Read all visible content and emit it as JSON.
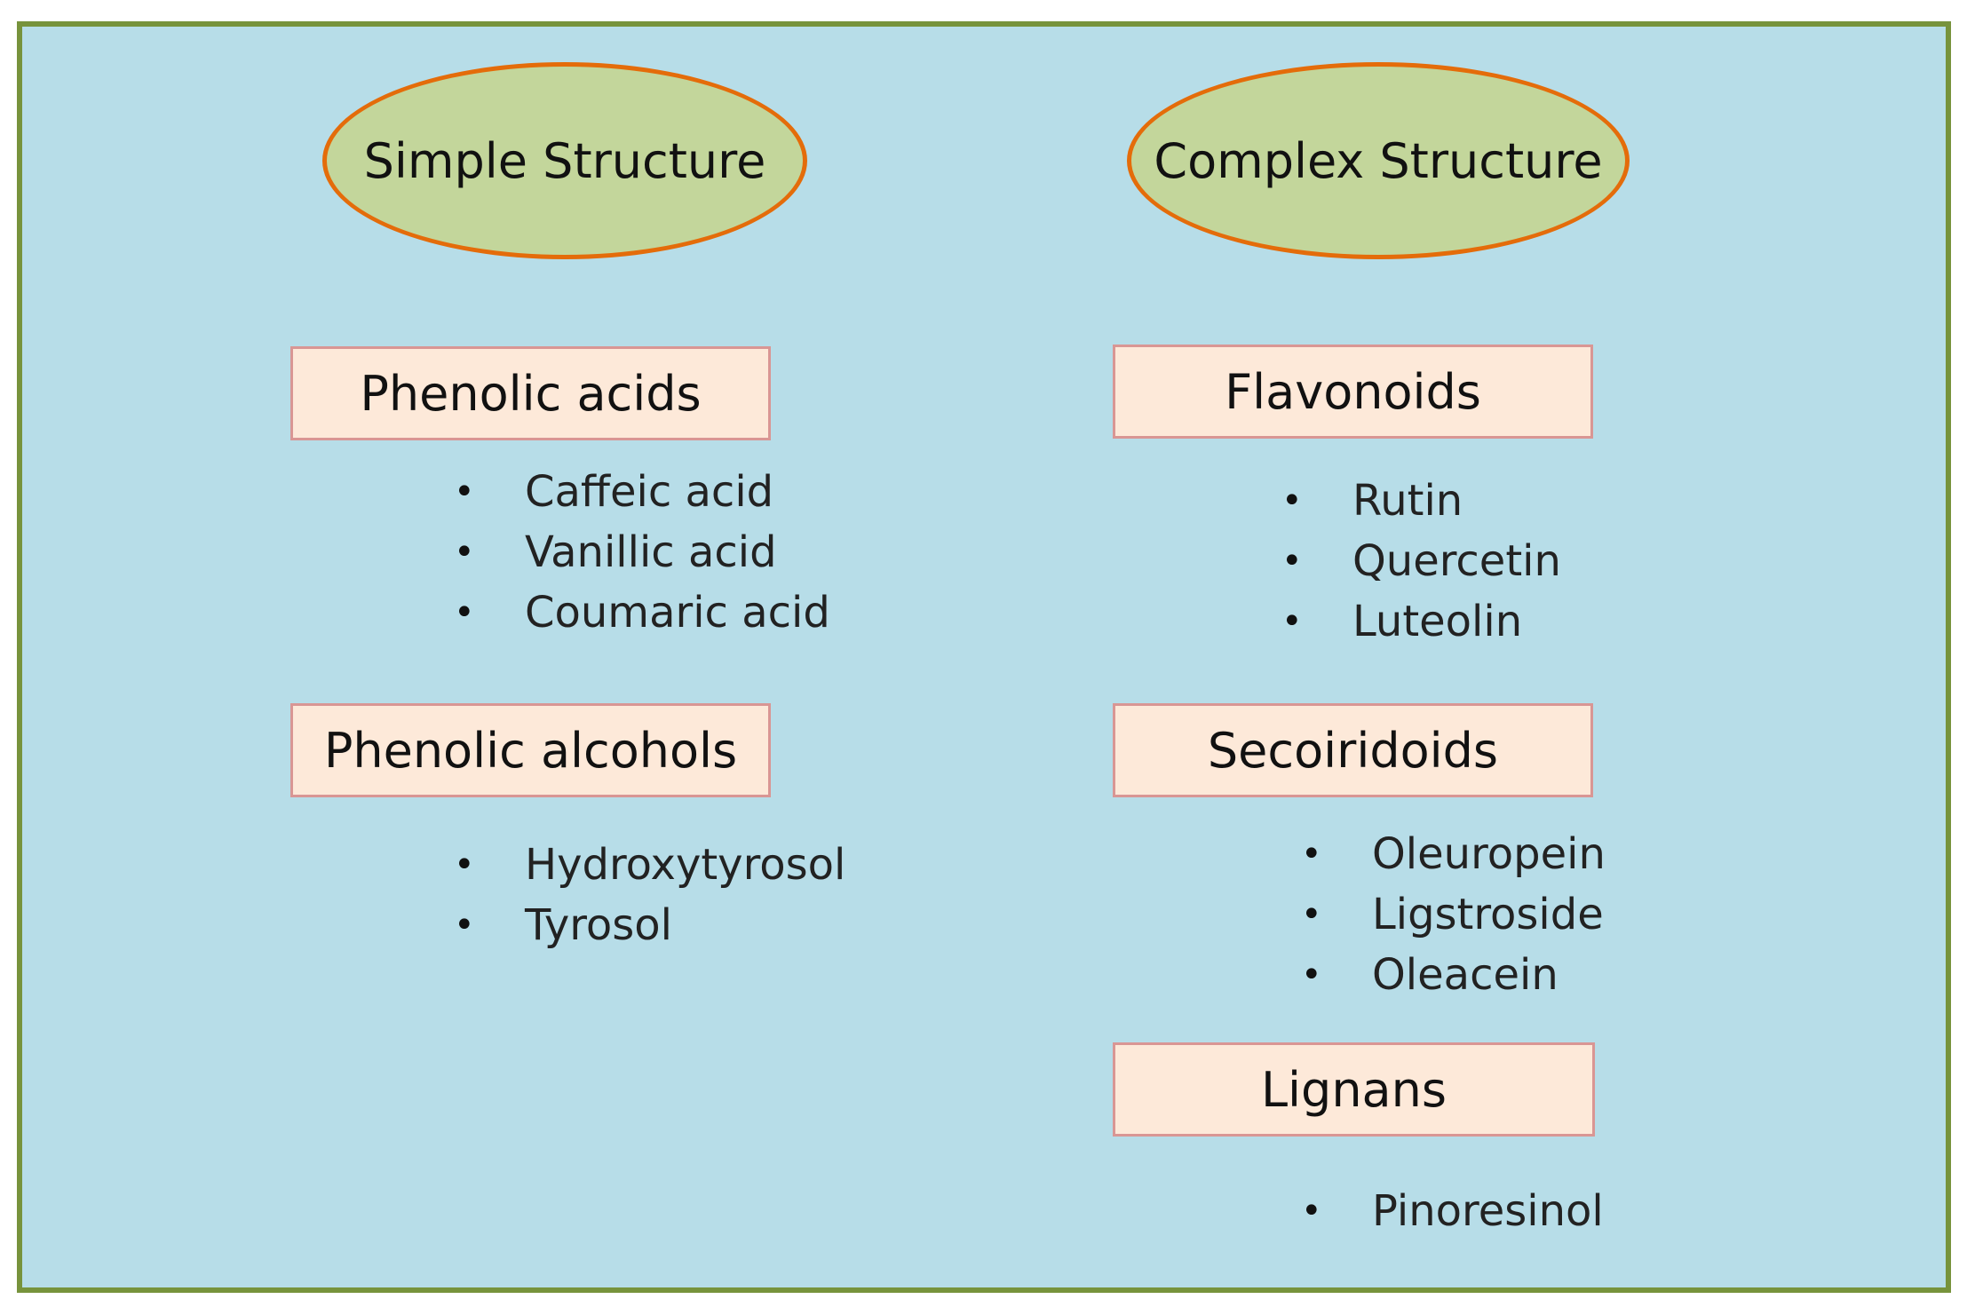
{
  "colors": {
    "frame_border": "#77933c",
    "panel_bg": "#b7dde8",
    "ellipse_fill": "#c3d69b",
    "ellipse_border": "#e46c0a",
    "box_fill": "#fde9d9",
    "box_border": "#d99694"
  },
  "left": {
    "heading": "Simple Structure",
    "groups": [
      {
        "title": "Phenolic acids",
        "items": [
          "Caffeic acid",
          "Vanillic acid",
          "Coumaric acid"
        ]
      },
      {
        "title": "Phenolic alcohols",
        "items": [
          "Hydroxytyrosol",
          "Tyrosol"
        ]
      }
    ]
  },
  "right": {
    "heading": "Complex Structure",
    "groups": [
      {
        "title": "Flavonoids",
        "items": [
          "Rutin",
          "Quercetin",
          "Luteolin"
        ]
      },
      {
        "title": "Secoiridoids",
        "items": [
          "Oleuropein",
          "Ligstroside",
          "Oleacein"
        ]
      },
      {
        "title": "Lignans",
        "items": [
          "Pinoresinol"
        ]
      }
    ]
  },
  "bullet_glyph": "•"
}
